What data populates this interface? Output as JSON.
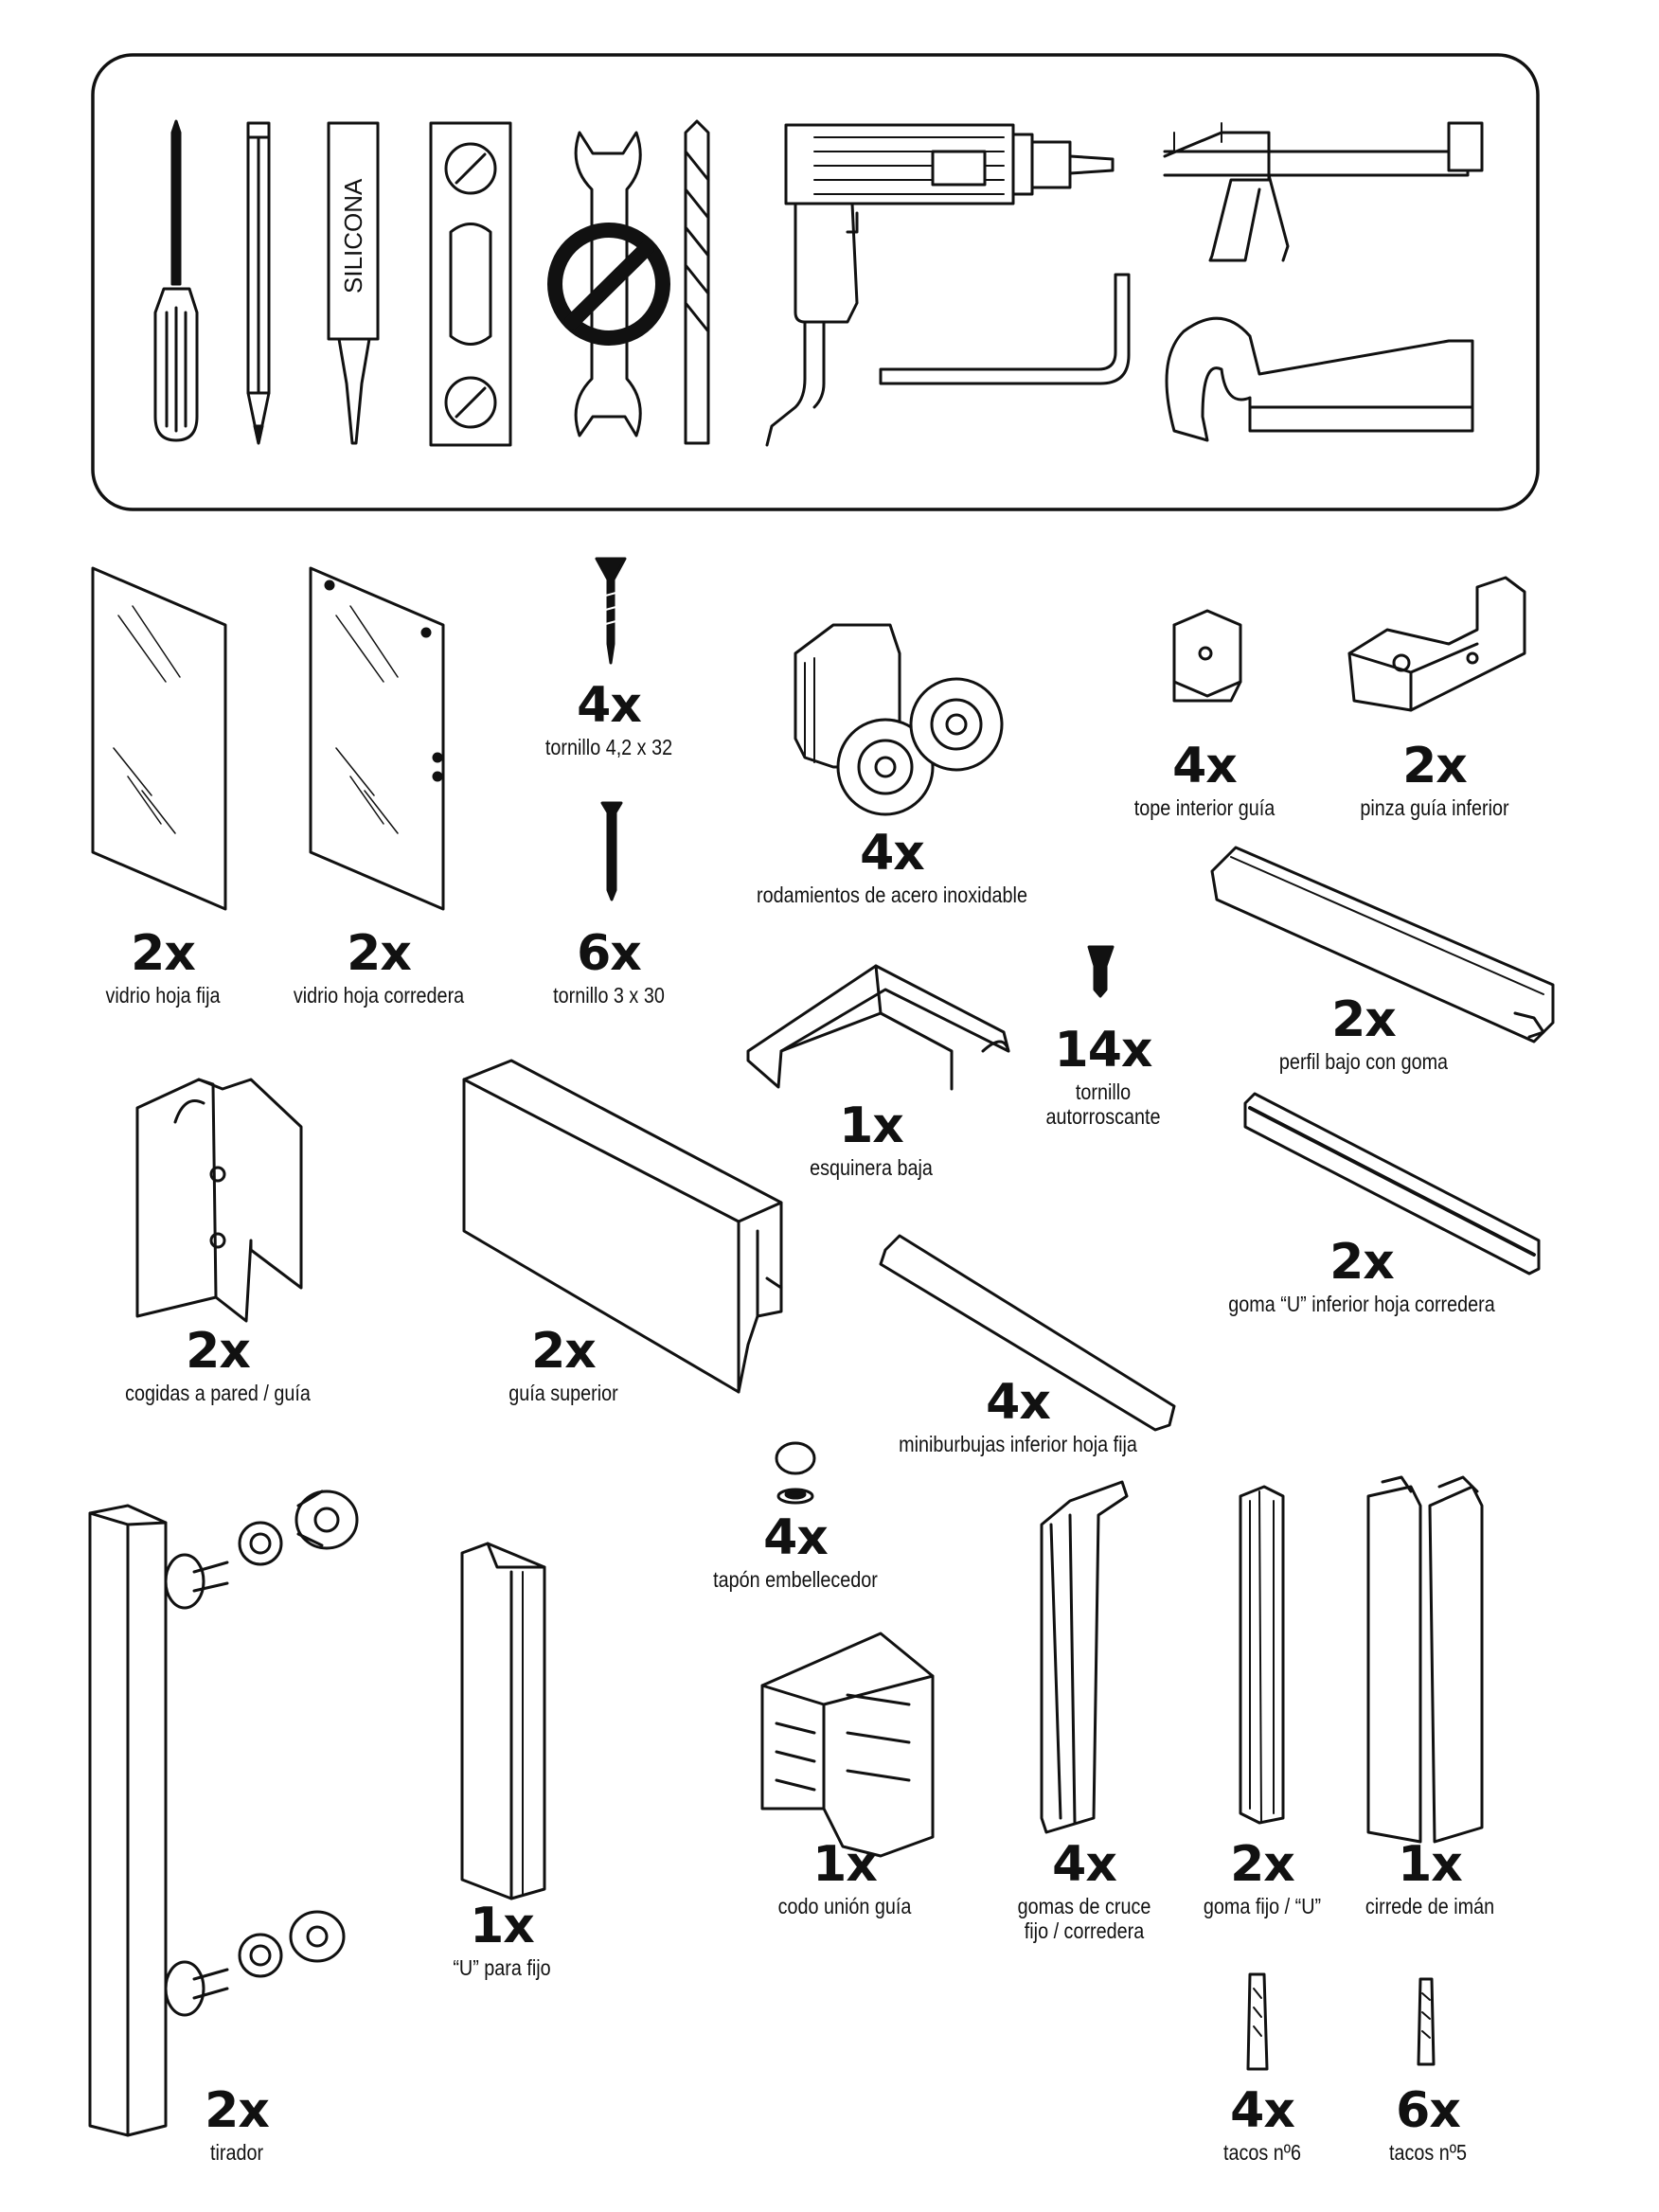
{
  "tools": {
    "silicone_label": "SILICONA",
    "items": [
      "screwdriver-icon",
      "pencil-icon",
      "silicone-tube-icon",
      "spirit-level-icon",
      "no-wrench-icon",
      "drill-bit-icon",
      "power-drill-icon",
      "caulking-gun-icon",
      "allen-key-icon",
      "hacksaw-icon"
    ]
  },
  "parts": [
    {
      "id": "vidrio-fija",
      "qty": "2x",
      "label": "vidrio hoja fija"
    },
    {
      "id": "vidrio-corredera",
      "qty": "2x",
      "label": "vidrio hoja corredera"
    },
    {
      "id": "tornillo-42",
      "qty": "4x",
      "label": "tornillo 4,2 x 32"
    },
    {
      "id": "tornillo-3",
      "qty": "6x",
      "label": "tornillo 3 x 30"
    },
    {
      "id": "rodamientos",
      "qty": "4x",
      "label": "rodamientos de acero inoxidable"
    },
    {
      "id": "tope",
      "qty": "4x",
      "label": "tope interior guía"
    },
    {
      "id": "pinza",
      "qty": "2x",
      "label": "pinza guía inferior"
    },
    {
      "id": "perfil-bajo",
      "qty": "2x",
      "label": "perfil bajo con goma"
    },
    {
      "id": "autorroscante",
      "qty": "14x",
      "label": "tornillo",
      "label2": "autorroscante"
    },
    {
      "id": "esquinera",
      "qty": "1x",
      "label": "esquinera baja"
    },
    {
      "id": "goma-u-inferior",
      "qty": "2x",
      "label": "goma “U” inferior hoja corredera"
    },
    {
      "id": "cogidas",
      "qty": "2x",
      "label": "cogidas a pared / guía"
    },
    {
      "id": "guia-superior",
      "qty": "2x",
      "label": "guía superior"
    },
    {
      "id": "miniburbujas",
      "qty": "4x",
      "label": "miniburbujas inferior hoja fija"
    },
    {
      "id": "tapon",
      "qty": "4x",
      "label": "tapón embellecedor"
    },
    {
      "id": "u-fijo",
      "qty": "1x",
      "label": "“U” para fijo"
    },
    {
      "id": "codo",
      "qty": "1x",
      "label": "codo unión guía"
    },
    {
      "id": "gomas-cruce",
      "qty": "4x",
      "label": "gomas de cruce",
      "label2": "fijo / corredera"
    },
    {
      "id": "goma-fijo-u",
      "qty": "2x",
      "label": "goma fijo / “U”"
    },
    {
      "id": "cierre-iman",
      "qty": "1x",
      "label": "cirrede de imán"
    },
    {
      "id": "tirador",
      "qty": "2x",
      "label": "tirador"
    },
    {
      "id": "tacos6",
      "qty": "4x",
      "label": "tacos nº6"
    },
    {
      "id": "tacos5",
      "qty": "6x",
      "label": "tacos nº5"
    }
  ]
}
